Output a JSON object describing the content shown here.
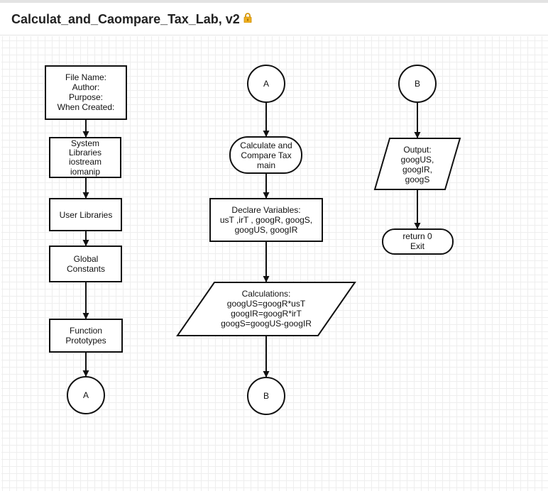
{
  "app": {
    "title": "Calculat_and_Caompare_Tax_Lab, v2",
    "lock_icon": "lock-icon",
    "lock_color": "#e5a50a"
  },
  "flowchart": {
    "left_column": {
      "header_box": [
        "File Name:",
        "Author:",
        "Purpose:",
        "When Created:"
      ],
      "system_libraries": [
        "System",
        "Libraries",
        "iostream",
        "iomanip"
      ],
      "user_libraries": [
        "User Libraries"
      ],
      "global_constants": [
        "Global",
        "Constants"
      ],
      "function_prototypes": [
        "Function",
        "Prototypes"
      ],
      "connector": "A"
    },
    "middle_column": {
      "connector_top": "A",
      "main_terminal": [
        "Calculate and",
        "Compare Tax",
        "main"
      ],
      "declare_variables": [
        "Declare Variables:",
        "usT ,irT , googR, googS,",
        "googUS, googIR"
      ],
      "calculations": [
        "Calculations:",
        "googUS=googR*usT",
        "googIR=googR*irT",
        "googS=googUS-googIR"
      ],
      "connector_bottom": "B"
    },
    "right_column": {
      "connector_top": "B",
      "output": [
        "Output:",
        "googUS,",
        "googIR,",
        "googS"
      ],
      "exit_terminal": [
        "return 0",
        "Exit"
      ]
    }
  }
}
